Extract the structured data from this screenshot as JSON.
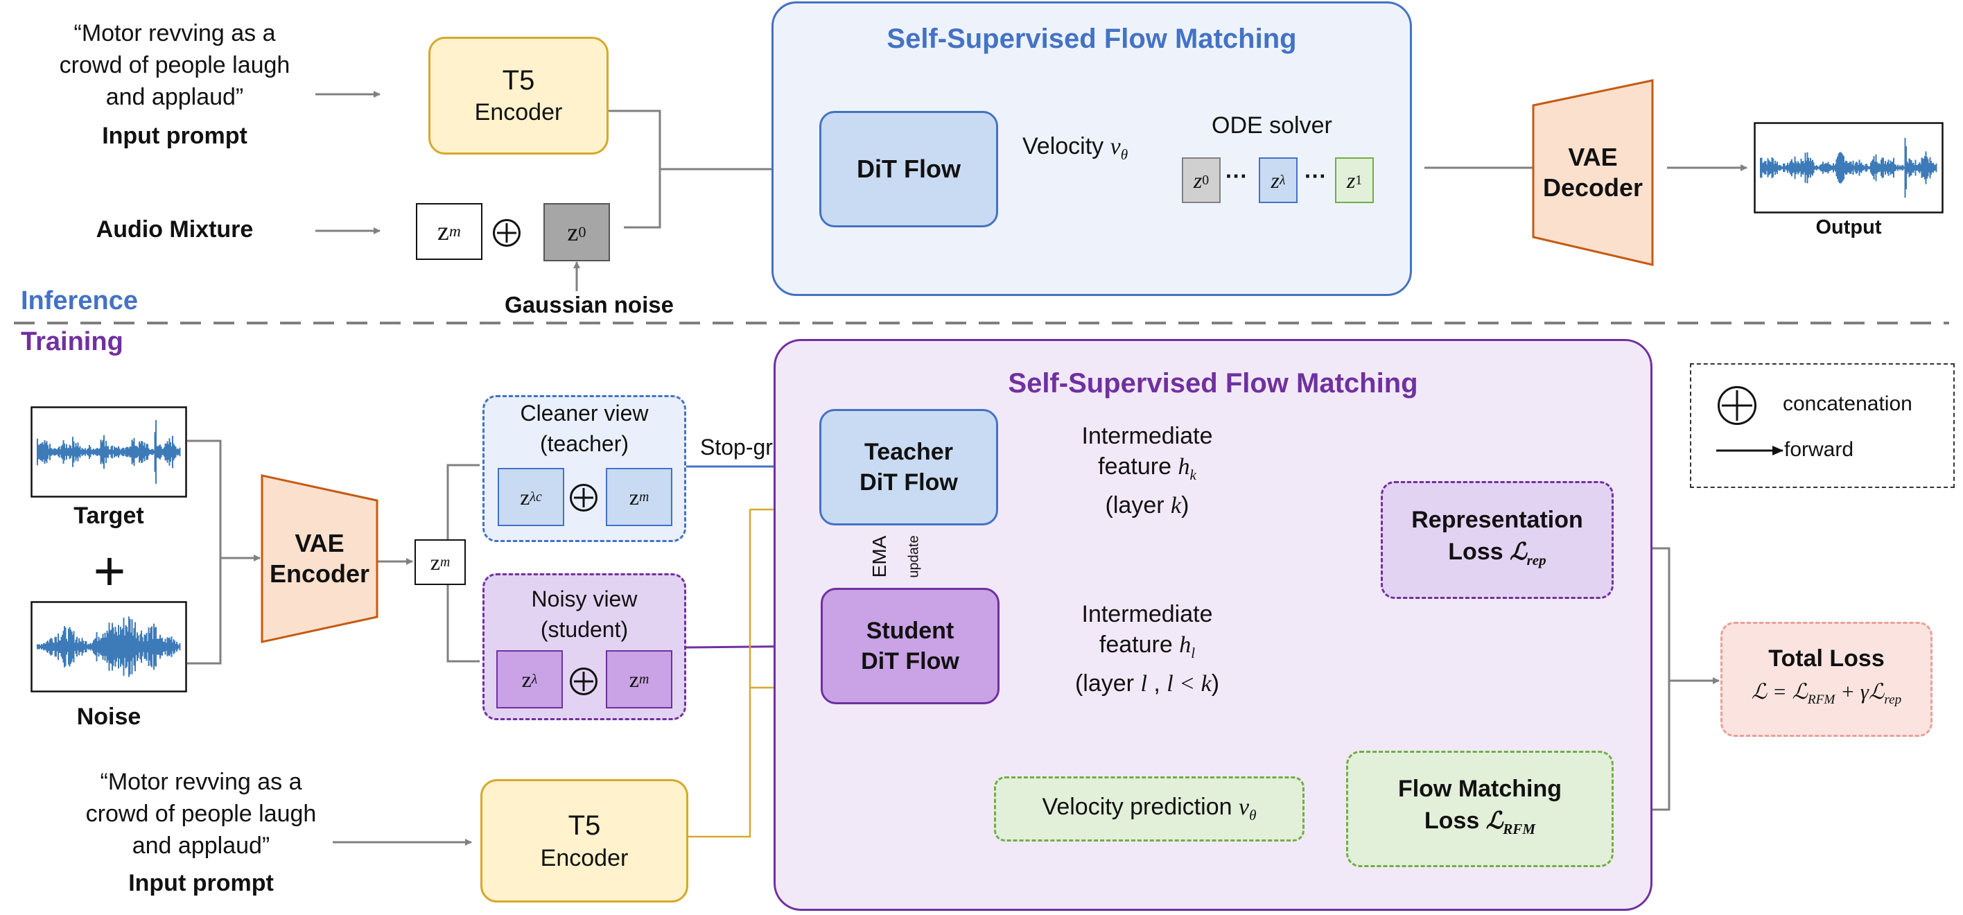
{
  "colors": {
    "inference_blue": "#4472c4",
    "training_purple": "#7030a0",
    "ssfm_blue_fill": "#eef3fb",
    "ssfm_purple_fill": "#f2e9f8",
    "t5_fill": "#fff2cc",
    "t5_border": "#d6a92c",
    "dit_fill": "#c9dbf2",
    "student_fill": "#c9a3e5",
    "vae_fill": "#fbe0cd",
    "vae_border": "#c55a11",
    "green_fill": "#e2efd9",
    "green_border": "#70ad47",
    "total_fill": "#fbe4e0",
    "total_border": "#e8a09a",
    "arrow_gray": "#808080",
    "gold_arrow": "#d6a92c",
    "waveform": "#3d7ab8"
  },
  "inference": {
    "prompt": "“Motor revving as a crowd of people laugh and applaud”",
    "prompt_label": "Input prompt",
    "t5_title": "T5",
    "t5_subtitle": "Encoder",
    "audio_label": "Audio Mixture",
    "zm": "z",
    "zm_sup": "m",
    "z0": "z",
    "z0_sub": "0",
    "noise_label": "Gaussian noise",
    "section_label": "Inference",
    "ssfm_title": "Self-Supervised Flow Matching",
    "dit_label": "DiT Flow",
    "velocity_label": "Velocity",
    "velocity_sym": "v",
    "velocity_sub": "θ",
    "ode_label": "ODE solver",
    "ode_z0": "z",
    "ode_z0_sub": "0",
    "ode_zl": "z",
    "ode_zl_sub": "λ",
    "ode_z1": "z",
    "ode_z1_sub": "1",
    "dots": "···",
    "vae_line1": "VAE",
    "vae_line2": "Decoder",
    "output_label": "Output"
  },
  "training": {
    "section_label": "Training",
    "target_label": "Target",
    "plus": "+",
    "noise_label": "Noise",
    "vae_line1": "VAE",
    "vae_line2": "Encoder",
    "zm": "z",
    "zm_sup": "m",
    "cleaner_title": "Cleaner view",
    "cleaner_sub": "(teacher)",
    "zlc": "z",
    "zlc_sub": "λc",
    "noisy_title": "Noisy view",
    "noisy_sub": "(student)",
    "zl": "z",
    "zl_sub": "λ",
    "stopgrad": "Stop-grad",
    "prompt": "“Motor revving as a crowd of people laugh and applaud”",
    "prompt_label": "Input prompt",
    "t5_title": "T5",
    "t5_subtitle": "Encoder",
    "ssfm_title": "Self-Supervised Flow Matching",
    "teacher_line1": "Teacher",
    "teacher_line2": "DiT Flow",
    "student_line1": "Student",
    "student_line2": "DiT Flow",
    "ema": "EMA",
    "update": "update",
    "feat_k_line1": "Intermediate",
    "feat_k_line2": "feature",
    "feat_k_sym": "h",
    "feat_k_sub": "k",
    "feat_k_line3": "(layer",
    "feat_k_var": "k",
    "feat_k_close": ")",
    "feat_l_line1": "Intermediate",
    "feat_l_line2": "feature",
    "feat_l_sym": "h",
    "feat_l_sub": "l",
    "feat_l_line3": "(layer",
    "feat_l_var": "l",
    "feat_l_mid": " , ",
    "feat_l_cond": "l < k",
    "feat_l_close": ")",
    "rep_line1": "Representation",
    "rep_line2": "Loss",
    "rep_sym": "ℒ",
    "rep_sub": "rep",
    "vel_pred_label": "Velocity prediction",
    "vel_pred_sym": "v",
    "vel_pred_sub": "θ",
    "fm_line1": "Flow Matching",
    "fm_line2": "Loss",
    "fm_sym": "ℒ",
    "fm_sub": "RFM",
    "total_title": "Total Loss",
    "total_formula": "ℒ = ℒ",
    "total_sub1": "RFM",
    "total_plus": " + γℒ",
    "total_sub2": "rep"
  },
  "legend": {
    "concat_label": "concatenation",
    "forward_label": "forward"
  }
}
